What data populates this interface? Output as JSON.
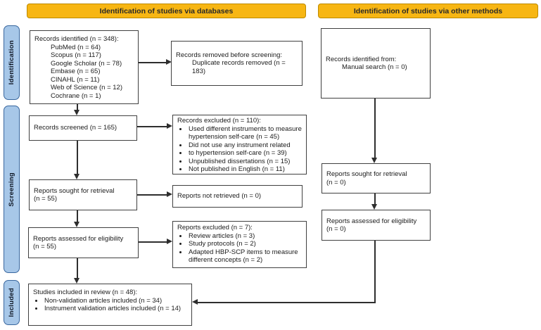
{
  "colors": {
    "header_bg": "#F7B613",
    "header_border": "#BD8A00",
    "sidebar_bg": "#A7C7E8",
    "sidebar_border": "#39679E",
    "box_border": "#404040",
    "arrow": "#2E2E2E"
  },
  "headers": {
    "databases": "Identification of studies via databases",
    "other_methods": "Identification of studies via other methods"
  },
  "stages": {
    "identification": "Identification",
    "screening": "Screening",
    "included": "Included"
  },
  "boxes": {
    "records_identified": {
      "title": "Records identified (n = 348):",
      "items": [
        "PubMed (n = 64)",
        "Scopus (n = 117)",
        "Google Scholar (n = 78)",
        "Embase (n = 65)",
        "CINAHL (n = 11)",
        "Web of Science (n = 12)",
        "Cochrane (n = 1)"
      ]
    },
    "records_removed": {
      "title": "Records removed before screening:",
      "items": [
        "Duplicate records removed (n = 183)"
      ]
    },
    "records_screened": {
      "title": "Records screened (n = 165)"
    },
    "records_excluded": {
      "title": "Records excluded (n = 110):",
      "bullets": [
        "Used different instruments to measure hypertension self-care (n = 45)",
        "Did not use any instrument related",
        "to hypertension self-care (n = 39)",
        "Unpublished dissertations (n = 15)",
        "Not published in English (n = 11)"
      ]
    },
    "reports_sought": {
      "title": "Reports sought for retrieval",
      "subtitle": "(n = 55)"
    },
    "reports_not_retrieved": {
      "title": "Reports not retrieved (n = 0)"
    },
    "reports_assessed": {
      "title": "Reports assessed for eligibility",
      "subtitle": "(n = 55)"
    },
    "reports_excluded": {
      "title": "Reports excluded (n = 7):",
      "bullets": [
        "Review articles (n = 3)",
        "Study protocols (n = 2)",
        "Adapted HBP-SCP items to measure different concepts (n = 2)"
      ]
    },
    "studies_included": {
      "title": "Studies included in review (n = 48):",
      "bullets": [
        "Non-validation articles included (n = 34)",
        "Instrument validation articles included (n = 14)"
      ]
    },
    "records_identified_other": {
      "title": "Records identified from:",
      "items": [
        "Manual search (n = 0)"
      ]
    },
    "reports_sought_other": {
      "title": "Reports sought for retrieval",
      "subtitle": "(n = 0)"
    },
    "reports_assessed_other": {
      "title": "Reports assessed for eligibility",
      "subtitle": "(n = 0)"
    }
  }
}
